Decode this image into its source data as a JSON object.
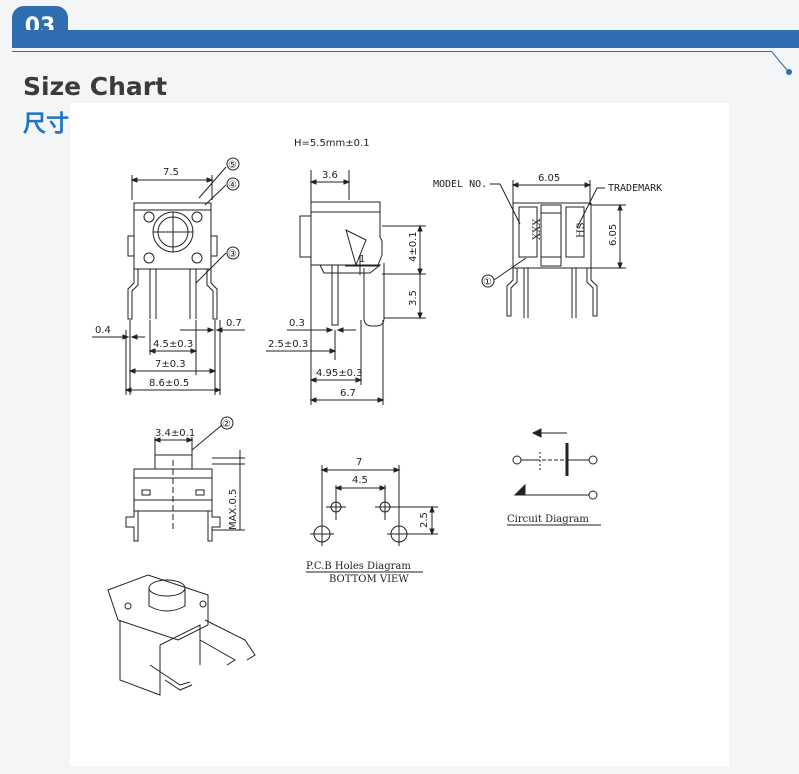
{
  "header": {
    "number": "03",
    "color": "#2d6db0"
  },
  "section": {
    "title_en": "Size Chart",
    "title_cn": "尺寸图",
    "cn_color": "#1b73c8"
  },
  "front": {
    "width": "7.5",
    "pin": "0.4",
    "right": "0.7",
    "pitch": "4.5±0.3",
    "span": "7±0.3",
    "overall": "8.6±0.5",
    "c5": "⑤",
    "c4": "④",
    "c3": "③"
  },
  "side": {
    "height_note": "H=5.5mm±0.1",
    "top": "3.6",
    "d1": "1",
    "h": "4±0.1",
    "lead": "3.5",
    "pin": "0.3",
    "off": "2.5±0.3",
    "depth1": "4.95±0.3",
    "depth2": "6.7"
  },
  "back": {
    "model": "MODEL NO.",
    "trademark": "TRADEMARK",
    "width": "6.05",
    "height": "6.05",
    "c1": "①",
    "mark_left": "XXX",
    "mark_right": "HS"
  },
  "bottom": {
    "width": "3.4±0.1",
    "max": "MAX.0.5",
    "c2": "②"
  },
  "pcb": {
    "w7": "7",
    "w45": "4.5",
    "h25": "2.5",
    "title": "P.C.B Holes Diagram",
    "subtitle": "BOTTOM VIEW"
  },
  "circuit": {
    "title": "Circuit Diagram"
  }
}
